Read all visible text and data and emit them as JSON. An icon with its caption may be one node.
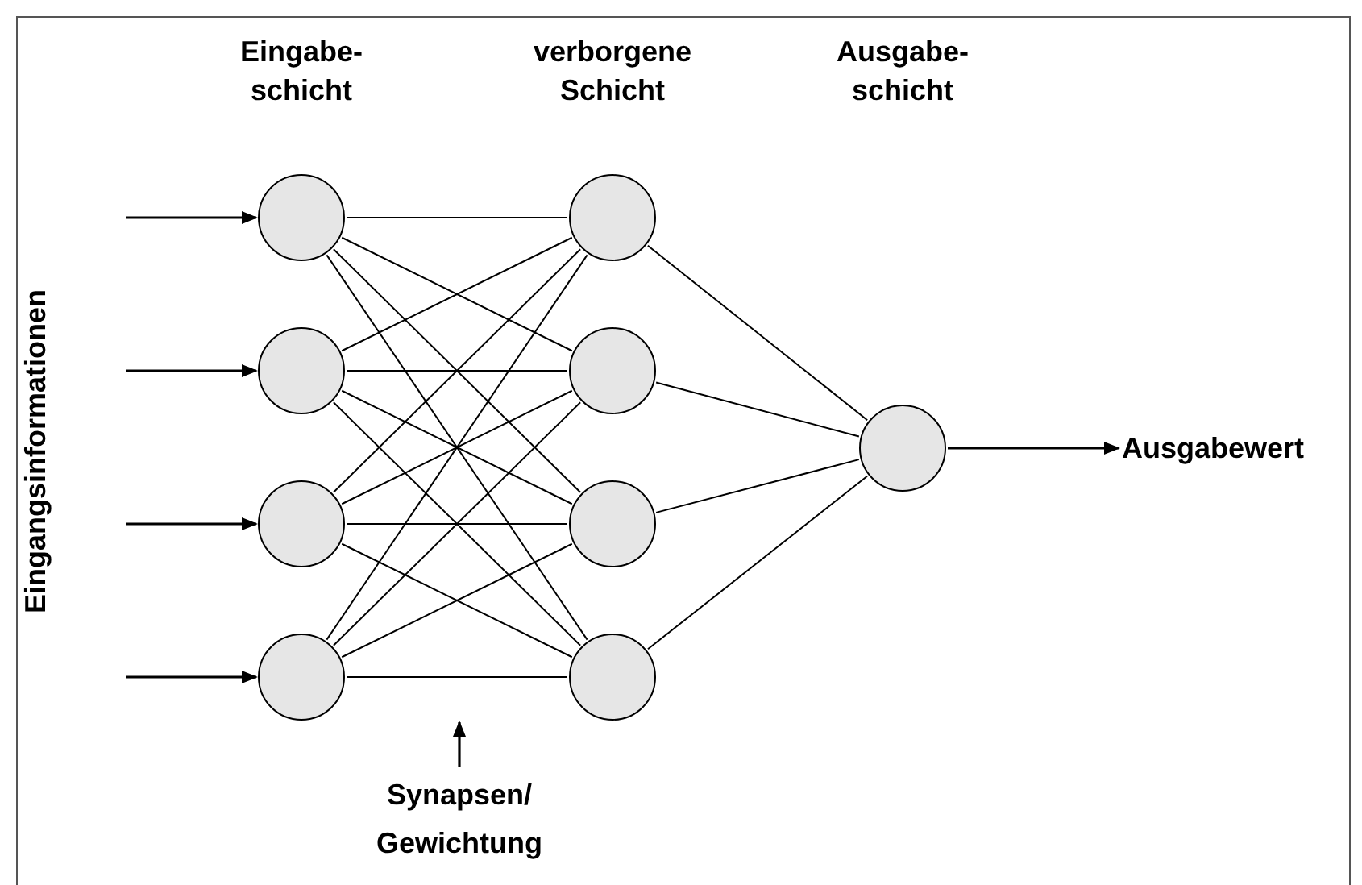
{
  "diagram": {
    "nodes": [
      {
        "text": [],
        "shape": "circle"
      },
      {
        "text": [],
        "shape": "circle"
      },
      {
        "text": [],
        "shape": "circle"
      },
      {
        "text": [],
        "shape": "circle"
      },
      {
        "text": [],
        "shape": "circle"
      },
      {
        "text": [],
        "shape": "circle"
      },
      {
        "text": [],
        "shape": "circle"
      },
      {
        "text": [],
        "shape": "circle"
      },
      {
        "text": [],
        "shape": "circle"
      },
      {
        "text": [
          "Ausgabewert"
        ]
      },
      {
        "text": [
          "Synapsen/ Gewichtung"
        ]
      }
    ],
    "edges": [
      {
        "from": null,
        "to": 0,
        "arrow": "to"
      },
      {
        "from": null,
        "to": 1,
        "arrow": "to"
      },
      {
        "from": null,
        "to": 2,
        "arrow": "to"
      },
      {
        "from": null,
        "to": 3,
        "arrow": "to"
      },
      {
        "from": 0,
        "to": 4,
        "arrow": "none"
      },
      {
        "from": 0,
        "to": 5,
        "arrow": "none"
      },
      {
        "from": 0,
        "to": 6,
        "arrow": "none"
      },
      {
        "from": 0,
        "to": 7,
        "arrow": "none"
      },
      {
        "from": 1,
        "to": 4,
        "arrow": "none"
      },
      {
        "from": 1,
        "to": 5,
        "arrow": "none"
      },
      {
        "from": 1,
        "to": 6,
        "arrow": "none"
      },
      {
        "from": 1,
        "to": 7,
        "arrow": "none"
      },
      {
        "from": 2,
        "to": 4,
        "arrow": "none"
      },
      {
        "from": 2,
        "to": 5,
        "arrow": "none"
      },
      {
        "from": 2,
        "to": 6,
        "arrow": "none"
      },
      {
        "from": 2,
        "to": 7,
        "arrow": "none"
      },
      {
        "from": 3,
        "to": 4,
        "arrow": "none"
      },
      {
        "from": 3,
        "to": 5,
        "arrow": "none"
      },
      {
        "from": 3,
        "to": 6,
        "arrow": "none"
      },
      {
        "from": 3,
        "to": 7,
        "arrow": "none"
      },
      {
        "from": 4,
        "to": 8,
        "arrow": "none"
      },
      {
        "from": 5,
        "to": 8,
        "arrow": "none"
      },
      {
        "from": 6,
        "to": 8,
        "arrow": "none"
      },
      {
        "from": 7,
        "to": 8,
        "arrow": "none"
      },
      {
        "from": 8,
        "to": 9,
        "arrow": "to"
      },
      {
        "from": 10,
        "to": null,
        "arrow": "to"
      }
    ],
    "labels": [
      "Eingabe- schicht",
      "verborgene Schicht",
      "Ausgabe- schicht",
      "Eingangsinformationen"
    ]
  }
}
